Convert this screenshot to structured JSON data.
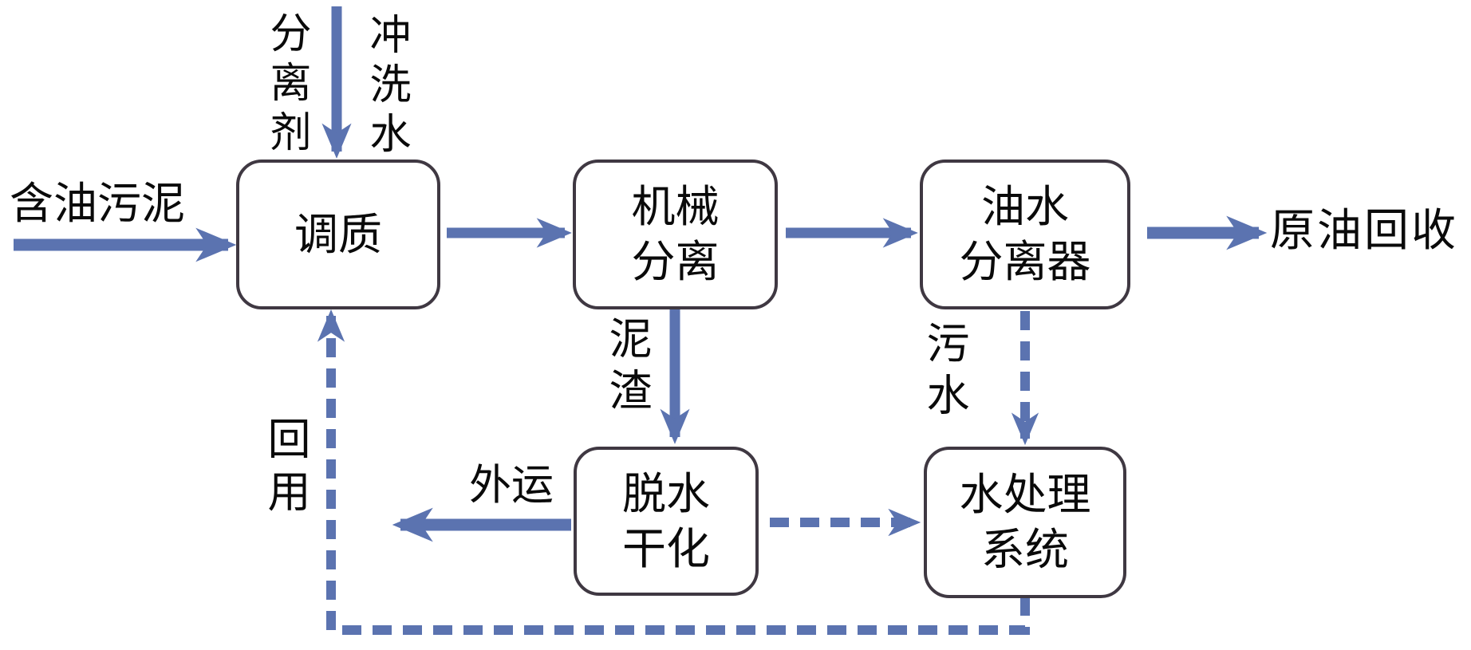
{
  "diagram_type": "process-flowchart",
  "language": "zh-CN",
  "colors": {
    "arrow": "#5b73b0",
    "box_border": "#3f3842",
    "text": "#0a0a0a",
    "background": "#ffffff"
  },
  "nodes": {
    "conditioning": {
      "label": "调质"
    },
    "mechanical_separation": {
      "label": "机械\n分离"
    },
    "oil_water_separator": {
      "label": "油水\n分离器"
    },
    "dewatering_drying": {
      "label": "脱水\n干化"
    },
    "water_treatment": {
      "label": "水处理\n系统"
    }
  },
  "edges": [
    {
      "label": "含油污泥",
      "to": "调质",
      "style": "solid"
    },
    {
      "label": "分离剂",
      "to": "调质",
      "style": "solid"
    },
    {
      "label": "冲洗水",
      "to": "调质",
      "style": "solid"
    },
    {
      "from": "调质",
      "to": "机械分离",
      "style": "solid"
    },
    {
      "from": "机械分离",
      "to": "油水分离器",
      "style": "solid"
    },
    {
      "from": "油水分离器",
      "label": "原油回收",
      "style": "solid"
    },
    {
      "from": "机械分离",
      "to": "脱水干化",
      "label": "泥渣",
      "style": "solid"
    },
    {
      "from": "油水分离器",
      "to": "水处理系统",
      "label": "污水",
      "style": "dashed"
    },
    {
      "from": "脱水干化",
      "label": "外运",
      "style": "solid"
    },
    {
      "from": "脱水干化",
      "to": "水处理系统",
      "style": "dashed"
    },
    {
      "from": "水处理系统",
      "to": "调质",
      "label": "回用",
      "style": "dashed"
    }
  ]
}
